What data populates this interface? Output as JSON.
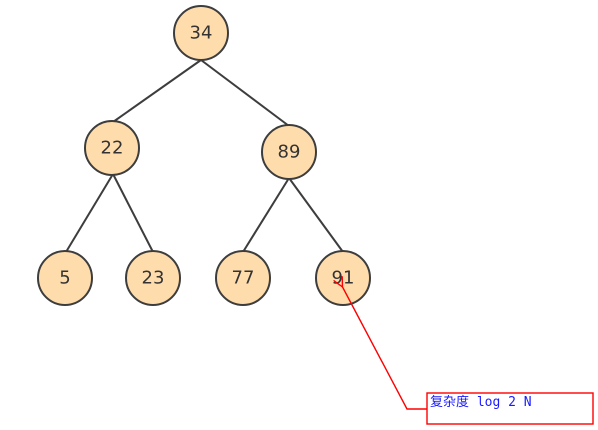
{
  "tree": {
    "nodes": [
      {
        "id": "n34",
        "label": "34"
      },
      {
        "id": "n22",
        "label": "22"
      },
      {
        "id": "n89",
        "label": "89"
      },
      {
        "id": "n5",
        "label": "5"
      },
      {
        "id": "n23",
        "label": "23"
      },
      {
        "id": "n77",
        "label": "77"
      },
      {
        "id": "n91",
        "label": "91"
      }
    ],
    "edges": [
      {
        "from": "n34",
        "to": "n22"
      },
      {
        "from": "n34",
        "to": "n89"
      },
      {
        "from": "n22",
        "to": "n5"
      },
      {
        "from": "n22",
        "to": "n23"
      },
      {
        "from": "n89",
        "to": "n77"
      },
      {
        "from": "n89",
        "to": "n91"
      }
    ]
  },
  "annotation": {
    "text": "复杂度 log 2 N",
    "target": "n91"
  },
  "colors": {
    "node_fill": "#fedcac",
    "node_stroke": "#3d3d3d",
    "annotation_line": "#ff0000",
    "annotation_text": "#1a1aff"
  }
}
